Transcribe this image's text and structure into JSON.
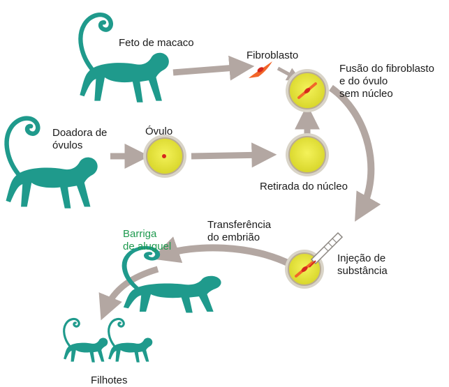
{
  "labels": {
    "feto": "Feto de macaco",
    "fibroblasto": "Fibroblasto",
    "fusao": "Fusão do fibroblasto\ne do óvulo\nsem núcleo",
    "doadora": "Doadora de\nóvulos",
    "ovulo": "Óvulo",
    "retirada": "Retirada do núcleo",
    "barriga": "Barriga\nde aluguel",
    "transferencia": "Transferência\ndo embrião",
    "injecao": "Injeção de\nsubstância",
    "filhotes": "Filhotes"
  },
  "colors": {
    "monkey": "#1f9a8c",
    "arrow": "#b3a7a2",
    "cell_fill": "#e8e53a",
    "cell_outer": "#d9d4c8",
    "cell_rim": "#b9ab93",
    "nucleus": "#d6281c",
    "fibroblast": "#f2662a",
    "surrogate_text": "#1f9a4f"
  }
}
